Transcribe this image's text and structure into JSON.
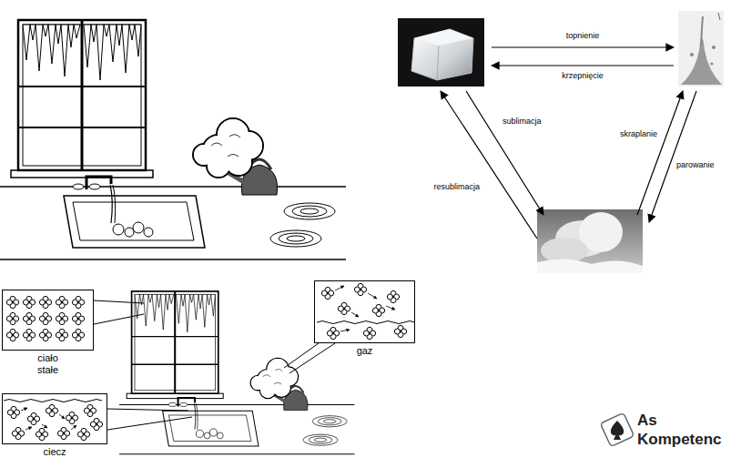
{
  "diagram": {
    "nodes": [
      {
        "text": [
          "ciało stałe"
        ]
      },
      {
        "text": [
          "ciecz"
        ]
      },
      {
        "text": [
          "gaz"
        ]
      }
    ],
    "labels": [
      "topnienie",
      "krzepnięcie",
      "sublimacja",
      "resublimacja",
      "skraplanie",
      "parowanie",
      "As",
      "Kompetenc"
    ]
  }
}
